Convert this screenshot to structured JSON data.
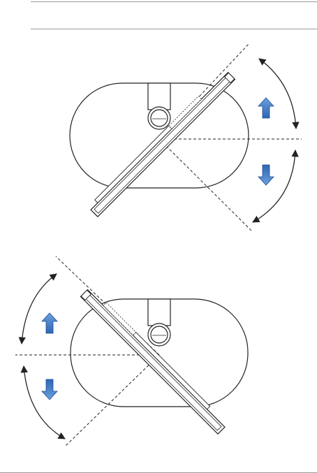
{
  "page": {
    "header_rule": true,
    "footer_rule": true
  },
  "colors": {
    "line": "#222222",
    "rule": "#9a9a9a",
    "arrow_fill_top": "#6aa0dc",
    "arrow_fill_bottom": "#2f66b4",
    "arrow_stroke": "#1f4f94"
  },
  "diagrams": [
    {
      "name": "tilt-right-illustration",
      "rotation_direction": "clockwise",
      "icons": [
        "monitor-stand-icon",
        "display-panel-icon",
        "arrow-up-icon",
        "arrow-down-icon",
        "rotation-arc-icon"
      ]
    },
    {
      "name": "tilt-left-illustration",
      "rotation_direction": "counterclockwise",
      "icons": [
        "monitor-stand-icon",
        "display-panel-icon",
        "arrow-up-icon",
        "arrow-down-icon",
        "rotation-arc-icon"
      ]
    }
  ]
}
